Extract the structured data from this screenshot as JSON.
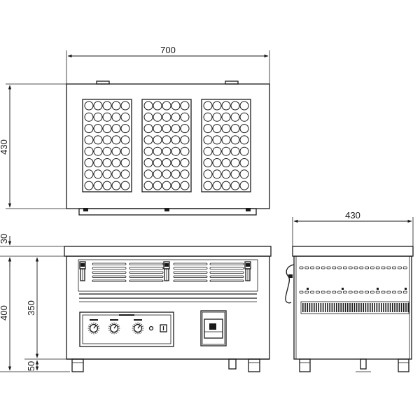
{
  "dimensions": {
    "top_width": "700",
    "top_depth": "430",
    "side_depth": "430",
    "top_plate": "30",
    "total_height": "400",
    "body_height": "350",
    "leg_height": "50"
  },
  "plates": {
    "rows": 8,
    "cols": 5,
    "count": 3
  },
  "colors": {
    "line": "#1a1a1a",
    "background": "#ffffff"
  }
}
